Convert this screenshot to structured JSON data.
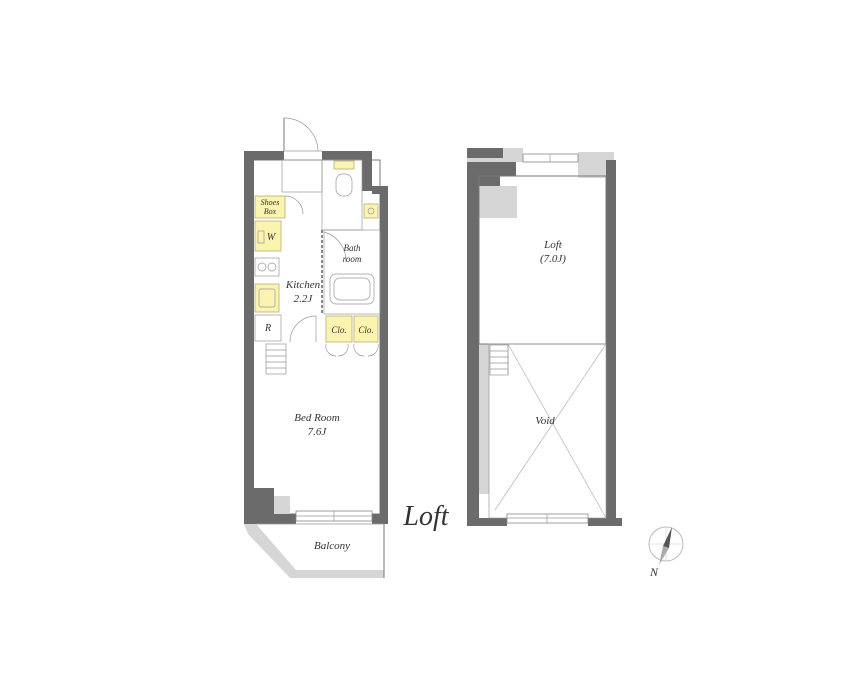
{
  "floor1": {
    "shoes_box_line1": "Shoes",
    "shoes_box_line2": "Box",
    "washer": "W",
    "kitchen_line1": "Kitchen",
    "kitchen_line2": "2.2J",
    "refrigerator": "R",
    "bath_line1": "Bath",
    "bath_line2": "room",
    "closet1": "Clo.",
    "closet2": "Clo.",
    "bedroom_line1": "Bed Room",
    "bedroom_line2": "7.6J",
    "balcony": "Balcony"
  },
  "loft_title": "Loft",
  "floor2": {
    "loft_line1": "Loft",
    "loft_line2": "(7.0J)",
    "void": "Void"
  },
  "compass": {
    "north": "N"
  },
  "colors": {
    "wall": "#6b6b6b",
    "fixture_yellow": "#fbf3b0",
    "grey_fill": "#d6d6d6"
  }
}
